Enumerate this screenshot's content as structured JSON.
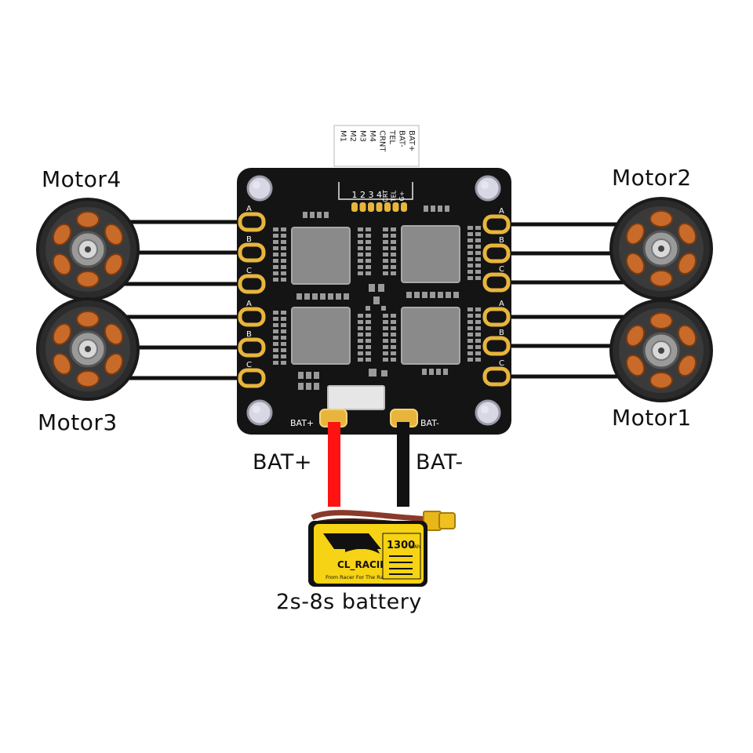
{
  "connector_label": {
    "lines": [
      "BAT+",
      "BAT-",
      "TEL",
      "CRNT",
      "M4",
      "M3",
      "M2",
      "M1"
    ]
  },
  "board": {
    "header_pins": [
      "1",
      "2",
      "3",
      "4",
      "CRT",
      "TEL",
      "G+"
    ],
    "pad_letters": [
      "A",
      "B",
      "C"
    ],
    "bat_plus_silk": "BAT+",
    "bat_minus_silk": "BAT-"
  },
  "motors": {
    "motor4": "Motor4",
    "motor3": "Motor3",
    "motor2": "Motor2",
    "motor1": "Motor1"
  },
  "wires": {
    "bat_plus": "BAT+",
    "bat_minus": "BAT-"
  },
  "battery": {
    "caption": "2s-8s battery",
    "brand": "CL_RACING",
    "capacity": "1300",
    "capacity_unit": "mAh",
    "slogan": "From Racer For The Racer"
  },
  "colors": {
    "board": "#141414",
    "gold_pad": "#e8b53c",
    "chip": "#8a8a8a",
    "component": "#9a9a9a",
    "wire_red": "#ff1212",
    "wire_black": "#111111",
    "battery_yellow": "#f6d314",
    "connector_yellow": "#f0c020"
  }
}
